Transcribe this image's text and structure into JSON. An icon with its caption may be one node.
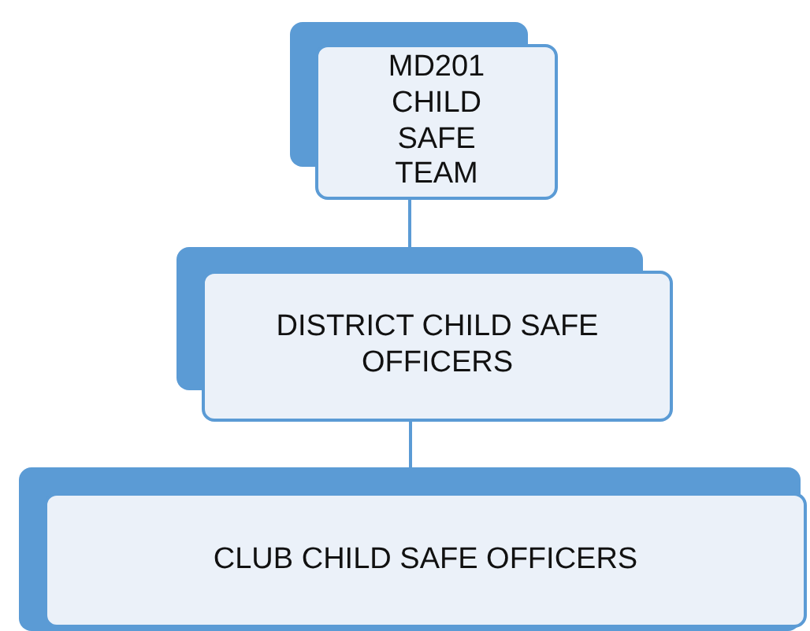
{
  "diagram": {
    "nodes": [
      {
        "text": [
          "MD201 CHILD SAFE TEAM"
        ]
      },
      {
        "text": [
          "DISTRICT CHILD SAFE OFFICERS"
        ]
      },
      {
        "text": [
          "CLUB CHILD SAFE OFFICERS"
        ]
      }
    ],
    "edges": [
      {
        "from": 0,
        "to": 1,
        "arrow": "none"
      },
      {
        "from": 1,
        "to": 2,
        "arrow": "none"
      }
    ]
  }
}
